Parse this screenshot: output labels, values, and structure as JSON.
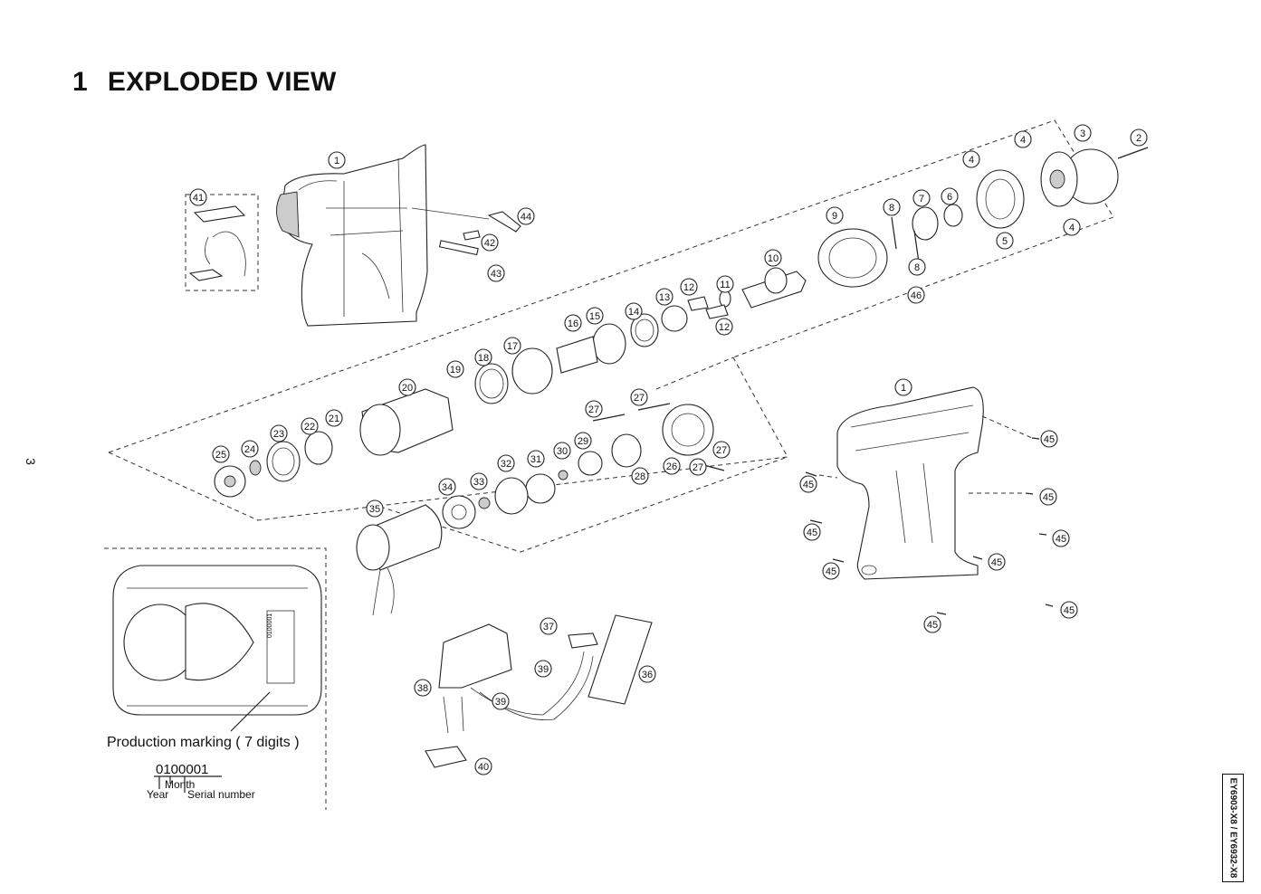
{
  "header": {
    "section_number": "1",
    "title": "EXPLODED VIEW"
  },
  "page_number": "3",
  "model": "EY6903-X8 / EY6932-X8",
  "battery_detail": {
    "caption": "Production marking ( 7 digits )",
    "code": "0100001",
    "label_month": "Month",
    "label_year": "Year",
    "label_serial": "Serial number",
    "printed_mark": "0100001"
  },
  "callouts": [
    "1",
    "2",
    "3",
    "4",
    "5",
    "6",
    "7",
    "8",
    "9",
    "10",
    "11",
    "12",
    "13",
    "14",
    "15",
    "16",
    "17",
    "18",
    "19",
    "20",
    "21",
    "22",
    "23",
    "24",
    "25",
    "26",
    "27",
    "28",
    "29",
    "30",
    "31",
    "32",
    "33",
    "34",
    "35",
    "36",
    "37",
    "38",
    "39",
    "40",
    "41",
    "42",
    "43",
    "44",
    "45",
    "46"
  ]
}
